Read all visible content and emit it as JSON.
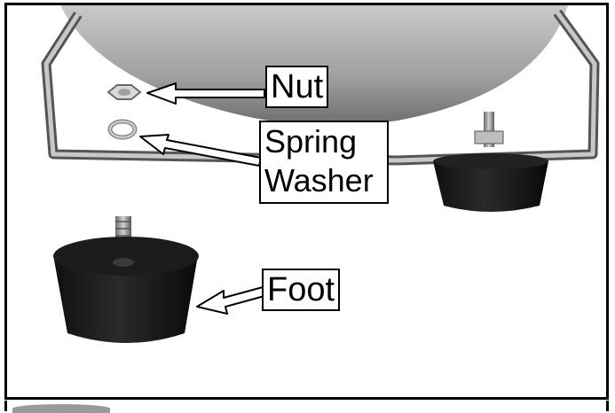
{
  "figure": {
    "labels": {
      "nut": "Nut",
      "spring_washer_line1": "Spring",
      "spring_washer_line2": "Washer",
      "foot": "Foot"
    }
  }
}
